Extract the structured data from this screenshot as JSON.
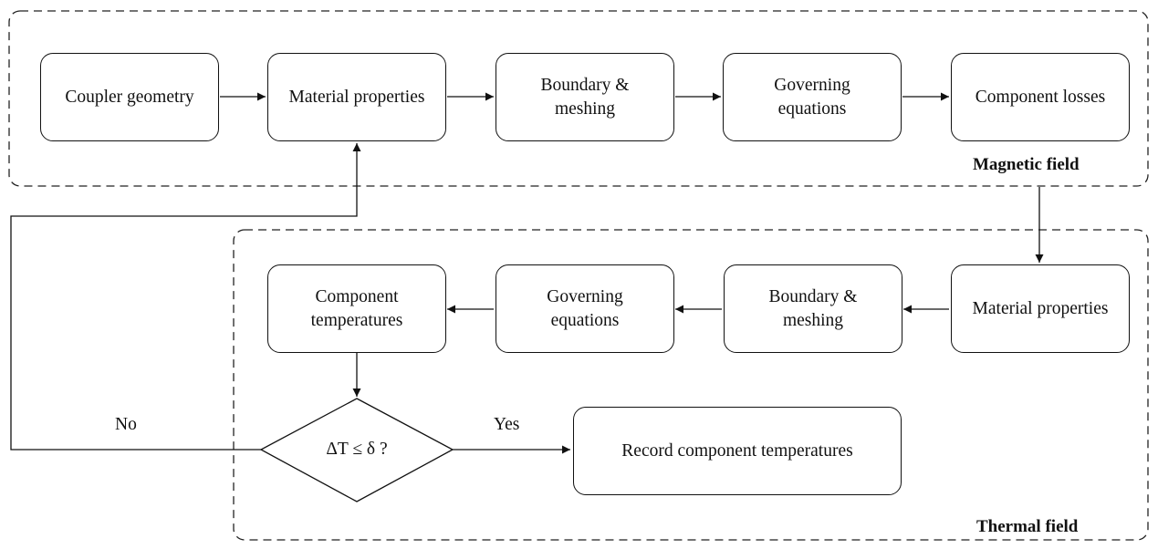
{
  "magnetic": {
    "label": "Magnetic field",
    "boxes": [
      "Coupler geometry",
      "Material properties",
      "Boundary &\nmeshing",
      "Governing\nequations",
      "Component losses"
    ]
  },
  "thermal": {
    "label": "Thermal field",
    "boxes": [
      "Material properties",
      "Boundary &\nmeshing",
      "Governing\nequations",
      "Component\ntemperatures"
    ]
  },
  "decision": {
    "text": "ΔT ≤ δ ?",
    "yes": "Yes",
    "no": "No"
  },
  "result": "Record component temperatures"
}
